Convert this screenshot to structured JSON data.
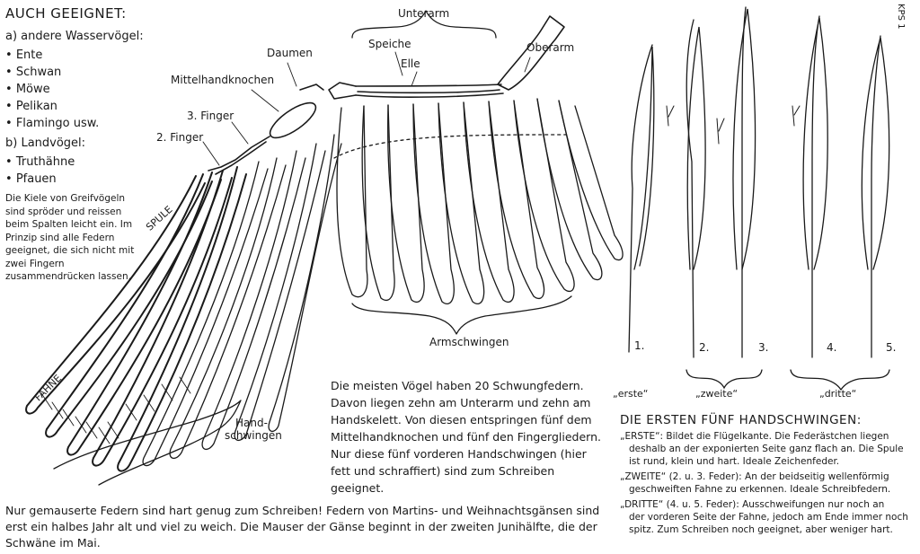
{
  "corner_code": "KPS 1",
  "left": {
    "title": "AUCH GEEIGNET:",
    "a_heading": "a) andere Wasservögel:",
    "a_items": [
      "Ente",
      "Schwan",
      "Möwe",
      "Pelikan",
      "Flamingo usw."
    ],
    "b_heading": "b) Landvögel:",
    "b_items": [
      "Truthähne",
      "Pfauen"
    ],
    "note": "Die Kiele von Greifvögeln sind spröder und reissen beim Spalten leicht ein. Im Prinzip sind alle Federn geeignet, die sich nicht mit zwei Fingern zusammendrücken lassen."
  },
  "wing_labels": {
    "unterarm": "Unterarm",
    "speiche": "Speiche",
    "elle": "Elle",
    "oberarm": "Oberarm",
    "daumen": "Daumen",
    "mittelhandknochen": "Mittelhandknochen",
    "finger3": "3. Finger",
    "finger2": "2. Finger",
    "spule": "SPULE",
    "fahne": "FAHNE",
    "armschwingen": "Armschwingen",
    "handschwingen_1": "Hand-",
    "handschwingen_2": "schwingen"
  },
  "center_text": "Die meisten Vögel haben 20 Schwungfedern. Davon liegen zehn am Unterarm und zehn am Handskelett. Von diesen entspringen fünf dem Mittelhandknochen und fünf den Fingergliedern. Nur diese fünf vorderen Handschwingen (hier fett und schraffiert) sind zum Schreiben geeignet.",
  "bottom_text": "Nur gemauserte Federn sind hart genug zum Schreiben! Federn von Martins- und Weihnachtsgänsen sind erst ein halbes Jahr alt und viel zu weich. Die Mauser der Gänse beginnt in der zweiten Junihälfte, die der Schwäne im Mai.",
  "feathers": {
    "numbers": [
      "1.",
      "2.",
      "3.",
      "4.",
      "5."
    ],
    "group_erste": "„erste“",
    "group_zweite": "„zweite“",
    "group_dritte": "„dritte“"
  },
  "right": {
    "title": "DIE ERSTEN FÜNF HANDSCHWINGEN:",
    "defs": [
      {
        "term": "„ERSTE“:",
        "text": "Bildet die Flügelkante. Die Federästchen liegen",
        "cont": "deshalb an der exponierten Seite ganz flach an. Die Spule ist rund, klein und hart. Ideale Zeichenfeder."
      },
      {
        "term": "„ZWEITE“",
        "text": "(2. u. 3. Feder): An der beidseitig wellenförmig",
        "cont": "geschweiften Fahne zu erkennen. Ideale Schreibfedern."
      },
      {
        "term": "„DRITTE“",
        "text": "(4. u. 5. Feder): Ausschweifungen nur noch an",
        "cont": "der vorderen Seite der Fahne, jedoch am Ende immer noch spitz. Zum Schreiben noch geeignet, aber weniger hart."
      }
    ]
  }
}
